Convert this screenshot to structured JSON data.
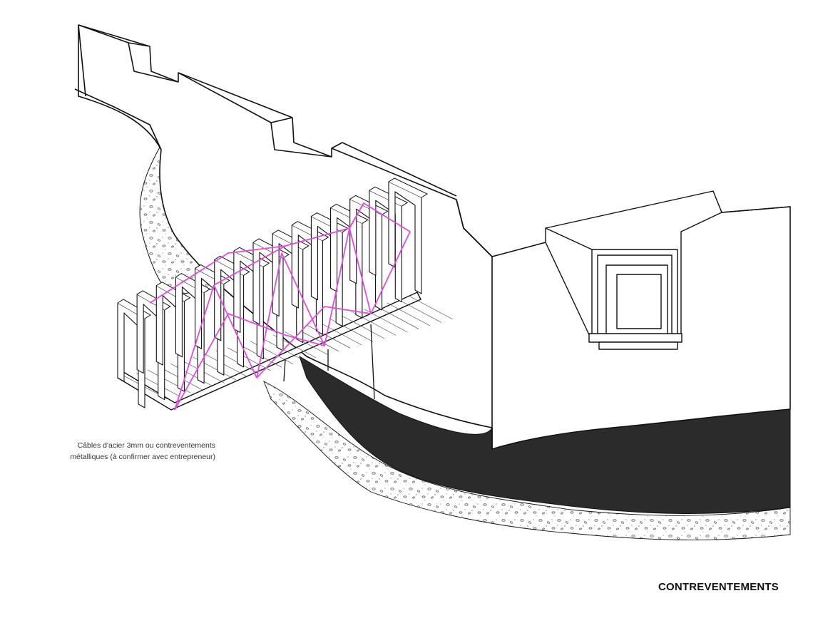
{
  "annotation": {
    "line1": "Câbles d'acier 3mm ou contreventements",
    "line2": "métalliques (à confirmer avec entrepreneur)"
  },
  "sheet_title": "CONTREVENTEMENTS",
  "colors": {
    "line": "#111111",
    "bracing": "#e04ce0",
    "water": "#2b2b2b",
    "gravel": "#777777",
    "background": "#ffffff"
  },
  "icons": {
    "bracing": "steel-cable-bracing",
    "frames": "timber-frame-module",
    "dormer": "dormer-window"
  }
}
